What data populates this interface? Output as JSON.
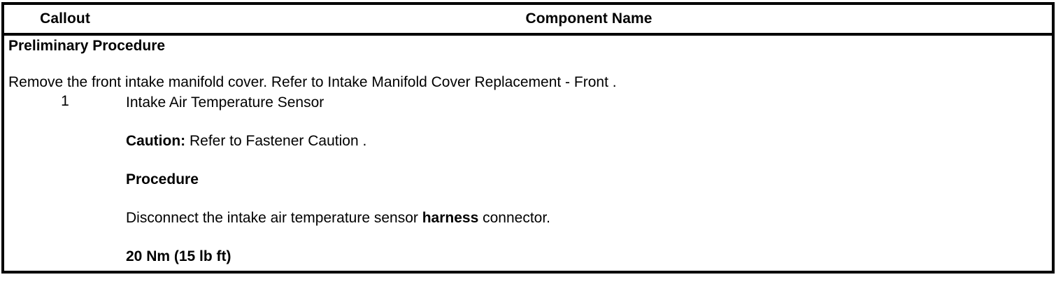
{
  "table": {
    "headers": {
      "callout": "Callout",
      "component_name": "Component Name"
    },
    "preliminary": {
      "title": "Preliminary Procedure",
      "text": "Remove the front intake manifold cover. Refer to Intake Manifold Cover Replacement - Front ."
    },
    "rows": [
      {
        "callout": "1",
        "component_title": "Intake Air Temperature Sensor",
        "caution_label": "Caution:",
        "caution_text": "Refer to Fastener Caution .",
        "procedure_label": "Procedure",
        "procedure_text_a": "Disconnect the intake air temperature sensor ",
        "procedure_text_b": "harness",
        "procedure_text_c": " connector.",
        "torque": "20 Nm (15 lb ft)"
      }
    ]
  },
  "colors": {
    "border": "#000000",
    "text": "#000000",
    "background": "#ffffff"
  }
}
